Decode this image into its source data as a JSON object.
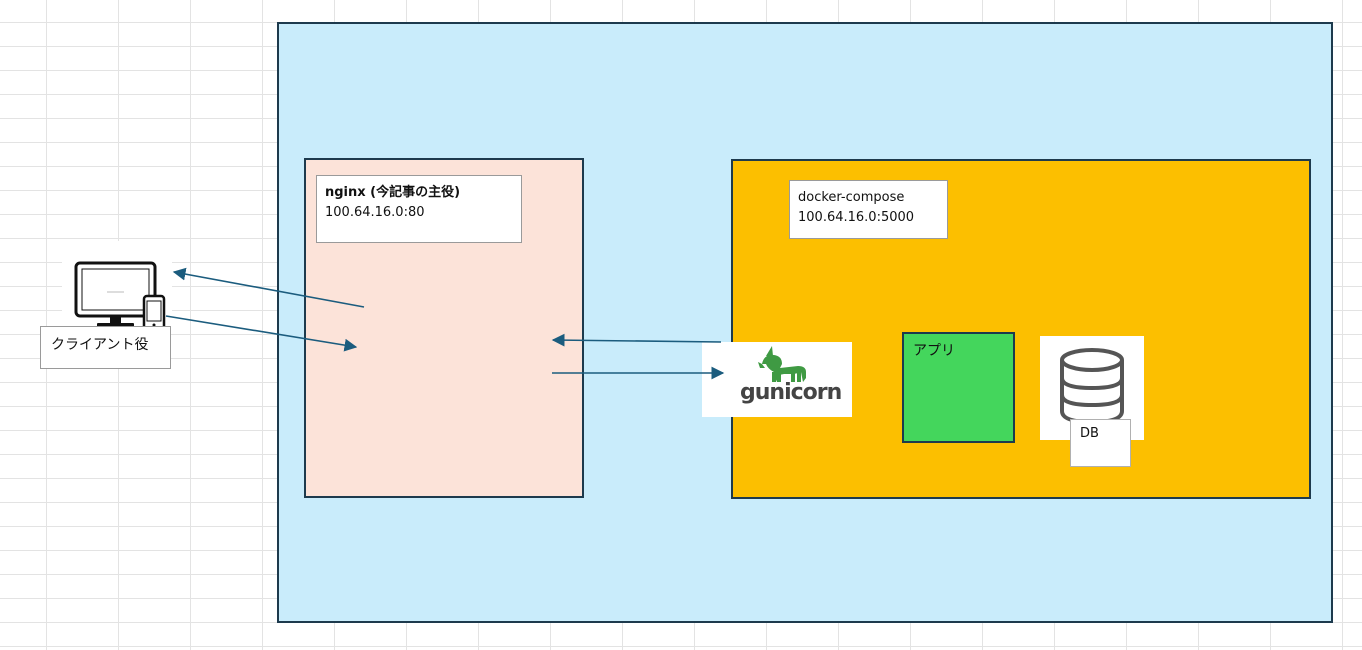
{
  "client": {
    "label": "クライアント役",
    "icon": "desktop-and-phone-icon"
  },
  "nginx": {
    "title": "nginx (今記事の主役)",
    "address": "100.64.16.0:80"
  },
  "compose": {
    "title": "docker-compose",
    "address": "100.64.16.0:5000"
  },
  "gunicorn": {
    "logo_text": "gunicorn",
    "icon": "unicorn-icon"
  },
  "app": {
    "label": "アプリ"
  },
  "db": {
    "label": "DB",
    "icon": "database-icon"
  },
  "colors": {
    "server_frame": "#c9ecfb",
    "nginx_box": "#fce3d9",
    "compose_box": "#fcbf00",
    "app_box": "#44d65c",
    "arrow": "#1b5c7e",
    "gunicorn_green": "#3f9a43"
  }
}
